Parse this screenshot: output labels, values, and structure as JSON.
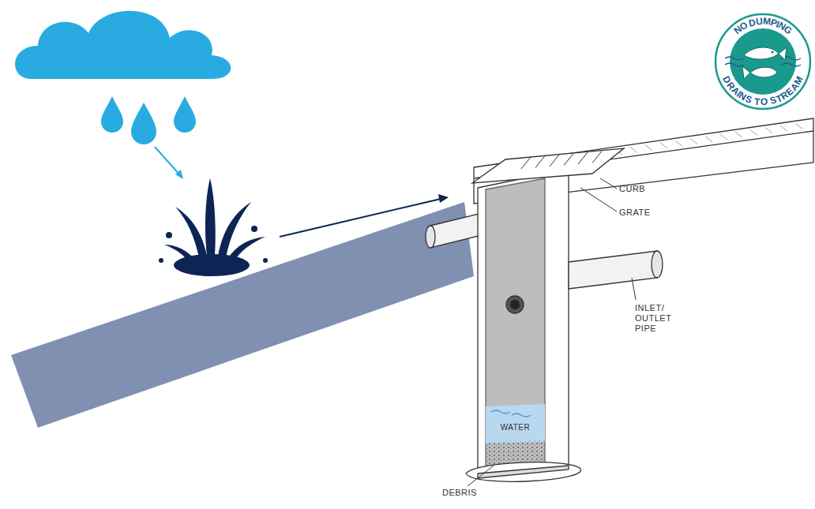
{
  "diagram": {
    "nodes": [
      {
        "text": [
          "NO DUMPING",
          "DRAINS TO STREAM"
        ]
      }
    ],
    "labels": [
      "CURB",
      "GRATE",
      "INLET/ OUTLET PIPE",
      "WATER",
      "DEBRIS"
    ]
  }
}
